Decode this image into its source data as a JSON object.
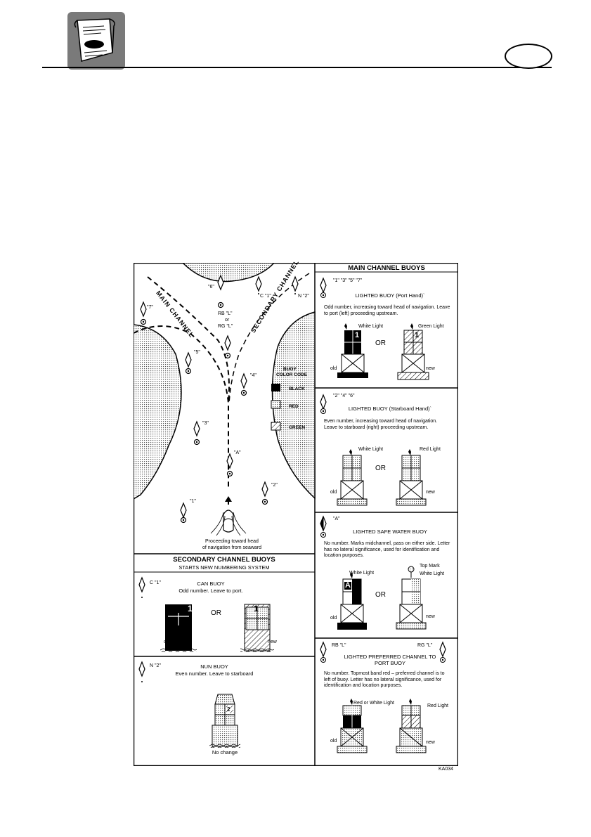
{
  "header": {
    "icon": "manual-book-icon",
    "tab_text": ""
  },
  "chart": {
    "channel_labels": {
      "main": "MAIN CHANNEL",
      "secondary": "SECONDARY CHANNEL"
    },
    "map_buoys": {
      "b6": "\"6\"",
      "c1": "C \"1\"",
      "n2": "N \"2\"",
      "b7": "\"7\"",
      "rbl": "RB  \"L\"",
      "or": "or",
      "rgl": "RG  \"L\"",
      "b5": "\"5\"",
      "b4": "\"4\"",
      "b3": "\"3\"",
      "ba": "\"A\"",
      "b2": "\"2\"",
      "b1": "\"1\""
    },
    "color_code": {
      "title1": "BUOY",
      "title2": "COLOR CODE",
      "black": "BLACK",
      "red": "RED",
      "green": "GREEN"
    },
    "proceeding": [
      "Proceeding toward head",
      "of navigation from seaward"
    ],
    "secondary": {
      "title": "SECONDARY CHANNEL BUOYS",
      "subtitle": "STARTS NEW NUMBERING SYSTEM",
      "can": {
        "id": "C  \"1\"",
        "title": "CAN  BUOY",
        "desc": "Odd number.  Leave to port.",
        "or": "OR",
        "old": "old",
        "new": "new",
        "num_old": "1",
        "num_new": "1"
      },
      "nun": {
        "id": "N  \"2\"",
        "title": "NUN BUOY",
        "desc": "Even number.  Leave to starboard",
        "num": "2",
        "caption": "No change"
      }
    },
    "main": {
      "title": "MAIN CHANNEL BUOYS",
      "port": {
        "id": "\"1\"  \"3\"  \"5\"  \"7\"",
        "title": "LIGHTED BUOY (Port Hand)`",
        "desc": "Odd number, increasing toward head of navigation. Leave to port (left) proceeding upstream.",
        "light_old": "White Light",
        "light_new": "Green Light",
        "or": "OR",
        "old": "old",
        "new": "new",
        "num_old": "1",
        "num_new": "1"
      },
      "starboard": {
        "id": "\"2\"  \"4\"  \"6\"",
        "title": "LIGHTED BUOY (Starboard Hand)`",
        "desc": "Even number, increasing toward head of navigation. Leave to starboard (right) proceeding upstream.",
        "light_old": "White Light",
        "light_new": "Red Light",
        "or": "OR",
        "old": "old",
        "new": "new"
      },
      "safe": {
        "id": "\"A\"",
        "title": "LIGHTED SAFE WATER BUOY",
        "desc": "No number. Marks midchannel, pass on either side. Letter has no lateral significance, used for identification and location purposes.",
        "light_old": "White Light",
        "top_mark": "Top Mark",
        "light_new": "White Light",
        "or": "OR",
        "old": "old",
        "new": "new",
        "letter": "A"
      },
      "preferred": {
        "id_left": "RB  \"L\"",
        "id_right": "RG  \"L\"",
        "title": "LIGHTED PREFERRED CHANNEL TO PORT BUOY",
        "desc": "No number. Topmost band red – preferred channel is to left of buoy. Letter has no lateral significance, used for identification and location purposes.",
        "light_old": "Red or White Light",
        "light_new": "Red Light",
        "old": "old",
        "new": "new"
      }
    },
    "code": "KA034"
  },
  "colors": {
    "black": "#000000",
    "gray_badge": "#7a7a7a"
  }
}
